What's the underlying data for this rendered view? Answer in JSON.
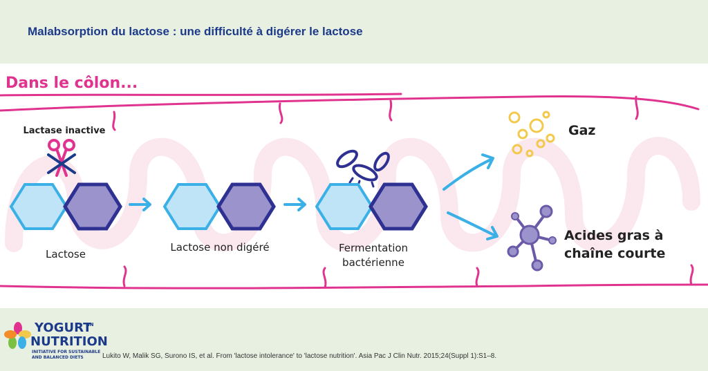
{
  "header": {
    "title": "Malabsorption du lactose : une difficulté à digérer le lactose"
  },
  "diagram": {
    "section_title": "Dans le côlon...",
    "lactase_label": "Lactase inactive",
    "step1_label": "Lactose",
    "step2_label": "Lactose non digéré",
    "step3_label_line1": "Fermentation",
    "step3_label_line2": "bactérienne",
    "out1_label": "Gaz",
    "out2_label_line1": "Acides gras à",
    "out2_label_line2": "chaîne courte"
  },
  "colors": {
    "pink": "#e0338f",
    "blue": "#3ab0e6",
    "purple": "#7a6fb8",
    "navy": "#1c3a8a",
    "yellow": "#f2c94c"
  },
  "footer": {
    "logo_line1": "YOGURT",
    "logo_in": "IN",
    "logo_line2": "NUTRITION",
    "logo_tagline1": "INITIATIVE FOR SUSTAINABLE",
    "logo_tagline2": "AND BALANCED DIETS",
    "citation": "Lukito W, Malik SG, Surono IS, et al. From 'lactose intolerance' to 'lactose nutrition'. Asia Pac J Clin Nutr. 2015;24(Suppl 1):S1–8."
  }
}
